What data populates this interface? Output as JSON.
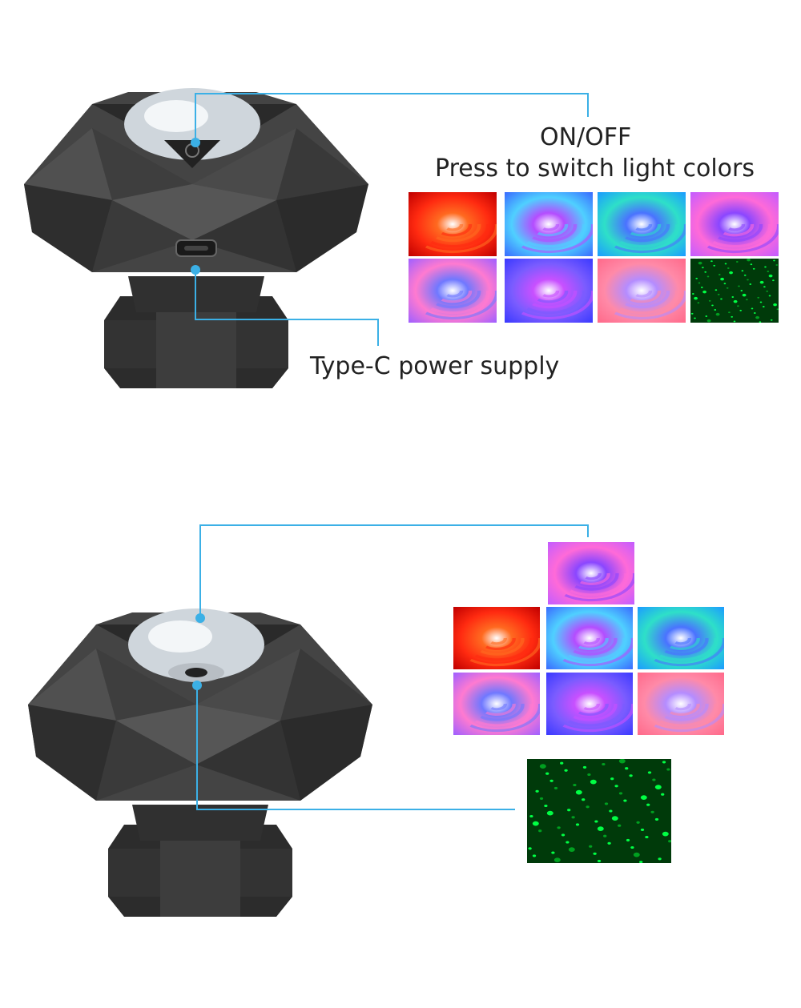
{
  "callouts": {
    "top_on_off": "ON/OFF",
    "top_switch": "Press to switch light colors",
    "type_c": "Type-C power supply"
  },
  "colors": {
    "leader_line": "#3bb0e6",
    "device_body": "#3a3a3a"
  },
  "tiles_top": [
    {
      "name": "red-swirl-tile",
      "c1": "#ff2a10",
      "c2": "#ff6a20",
      "c3": "#c00000"
    },
    {
      "name": "multicolor-swirl-tile-1",
      "c1": "#4fd0ff",
      "c2": "#b44cff",
      "c3": "#3a6cff"
    },
    {
      "name": "blue-green-swirl-tile",
      "c1": "#2ee0c8",
      "c2": "#4a72ff",
      "c3": "#1c9cff"
    },
    {
      "name": "purple-swirl-tile",
      "c1": "#ff6ad8",
      "c2": "#8a46ff",
      "c3": "#c35cff"
    },
    {
      "name": "pink-blue-swirl-tile",
      "c1": "#ff7ad0",
      "c2": "#6f78ff",
      "c3": "#a060ff"
    },
    {
      "name": "violet-swirl-tile",
      "c1": "#7a5cff",
      "c2": "#c850ff",
      "c3": "#3a3aff"
    },
    {
      "name": "pastel-swirl-tile",
      "c1": "#ff8aa8",
      "c2": "#b48cff",
      "c3": "#ff6a8a"
    },
    {
      "name": "green-stars-tile",
      "c1": "#00ff44",
      "c2": "#00a020",
      "c3": "#003a0a"
    }
  ]
}
